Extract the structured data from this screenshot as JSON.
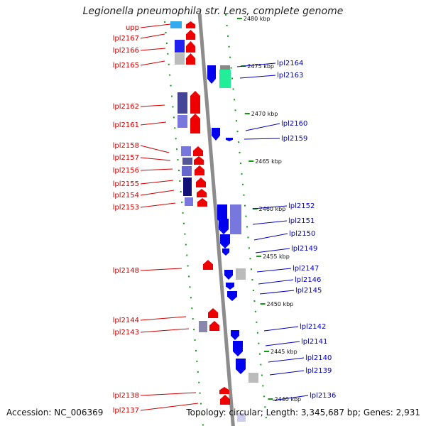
{
  "title": "Legionella pneumophila str. Lens, complete genome",
  "footer": {
    "accession": "Accession: NC_006369",
    "summary": "Topology: circular; Length: 3,345,687 bp; Genes: 2,931"
  },
  "colors": {
    "backbone": "#8c8c8c",
    "forward_gene": "#ee0000",
    "reverse_gene": "#0000ee",
    "tick": "#119911",
    "left_label": "#cc0000",
    "right_label": "#0000bb"
  },
  "ticks": [
    {
      "kbp": 2440,
      "label": "2440 kbp"
    },
    {
      "kbp": 2445,
      "label": "2445 kbp"
    },
    {
      "kbp": 2450,
      "label": "2450 kbp"
    },
    {
      "kbp": 2455,
      "label": "2455 kbp"
    },
    {
      "kbp": 2460,
      "label": "2460 kbp"
    },
    {
      "kbp": 2465,
      "label": "2465 kbp"
    },
    {
      "kbp": 2470,
      "label": "2470 kbp"
    },
    {
      "kbp": 2475,
      "label": "2475 kbp"
    },
    {
      "kbp": 2480,
      "label": "2480 kbp"
    }
  ],
  "left_labels": [
    "upp",
    "lpl2167",
    "lpl2166",
    "lpl2165",
    "lpl2162",
    "lpl2161",
    "lpl2158",
    "lpl2157",
    "lpl2156",
    "lpl2155",
    "lpl2154",
    "lpl2153",
    "lpl2148",
    "lpl2144",
    "lpl2143",
    "lpl2138",
    "lpl2137"
  ],
  "right_labels": [
    "lpl2164",
    "lpl2163",
    "lpl2160",
    "lpl2159",
    "lpl2152",
    "lpl2151",
    "lpl2150",
    "lpl2149",
    "lpl2147",
    "lpl2146",
    "lpl2145",
    "lpl2142",
    "lpl2141",
    "lpl2140",
    "lpl2139",
    "lpl2136"
  ]
}
